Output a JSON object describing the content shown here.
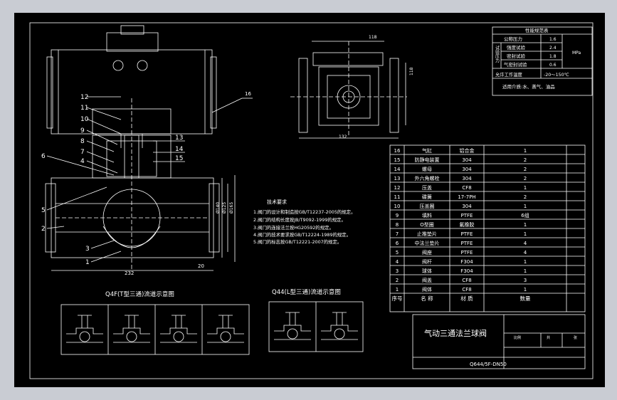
{
  "drawing": {
    "title": "气动三通法兰球阀",
    "drawing_number": "Q644/5F-DN50",
    "title_block_small": [
      "比例",
      "共",
      "张"
    ],
    "leader_16": "16",
    "leaders_left": [
      "12",
      "11",
      "10",
      "9",
      "8",
      "7",
      "4",
      "6",
      "5",
      "2",
      "3",
      "1"
    ],
    "leaders_right": [
      "13",
      "14",
      "15"
    ],
    "dims": {
      "length": "232",
      "height": "20",
      "side_dia_a": "Ø140",
      "side_dia_b": "Ø125",
      "side_dia_c": "Ø165",
      "right_width": "118",
      "right_height": "118",
      "right_bottom": "132"
    }
  },
  "tech_requirements": {
    "heading": "技术要求",
    "lines": [
      "1.阀门的设计和制造按GB/T12237-2005的规定。",
      "2.阀门的结构长度按JB/T9092-1999的规定。",
      "3.阀门的连接法兰按HG20592的规定。",
      "4.阀门的技术要求按GB/T12224-1989的规定。",
      "5.阀门的标志按GB/T12221-2007的规定。"
    ]
  },
  "performance": {
    "title": "性能规范表",
    "rows": [
      {
        "label": "公称压力",
        "value": "1.6"
      },
      {
        "label": "强度试验",
        "value": "2.4"
      },
      {
        "label": "密封试验",
        "value": "1.8"
      },
      {
        "label": "气密封试验",
        "value": "0.6"
      }
    ],
    "group_label": "试验压力",
    "unit": "MPa",
    "temp_label": "允许工作温度",
    "temp_value": "-20～150℃",
    "media": "适用介质:水、蒸气、油品"
  },
  "bom": {
    "headers": [
      "序号",
      "名 称",
      "材 质",
      "数量"
    ],
    "rows": [
      {
        "no": "16",
        "name": "气缸",
        "material": "铝合金",
        "qty": "1"
      },
      {
        "no": "15",
        "name": "防静电装置",
        "material": "304",
        "qty": "2"
      },
      {
        "no": "14",
        "name": "螺母",
        "material": "304",
        "qty": "2"
      },
      {
        "no": "13",
        "name": "外六角螺栓",
        "material": "304",
        "qty": "2"
      },
      {
        "no": "12",
        "name": "压盖",
        "material": "CF8",
        "qty": "1"
      },
      {
        "no": "11",
        "name": "碟簧",
        "material": "17-7PH",
        "qty": "2"
      },
      {
        "no": "10",
        "name": "压盖圈",
        "material": "304",
        "qty": "1"
      },
      {
        "no": "9",
        "name": "填料",
        "material": "PTFE",
        "qty": "6组"
      },
      {
        "no": "8",
        "name": "O型圈",
        "material": "氟橡胶",
        "qty": "1"
      },
      {
        "no": "7",
        "name": "止推垫片",
        "material": "PTFE",
        "qty": "1"
      },
      {
        "no": "6",
        "name": "中法兰垫片",
        "material": "PTFE",
        "qty": "4"
      },
      {
        "no": "5",
        "name": "阀座",
        "material": "PTFE",
        "qty": "4"
      },
      {
        "no": "4",
        "name": "阀杆",
        "material": "F304",
        "qty": "1"
      },
      {
        "no": "3",
        "name": "球体",
        "material": "F304",
        "qty": "1"
      },
      {
        "no": "2",
        "name": "阀盖",
        "material": "CF8",
        "qty": "3"
      },
      {
        "no": "1",
        "name": "阀体",
        "material": "CF8",
        "qty": "1"
      }
    ]
  },
  "flow_diagrams": {
    "left_title": "Q4F(T型三通)流道示意图",
    "right_title": "Q44(L型三通)流道示意图"
  },
  "colors": {
    "background": "#000000",
    "lines": "#ffffff",
    "frame_outer": "#c9ccd3"
  }
}
